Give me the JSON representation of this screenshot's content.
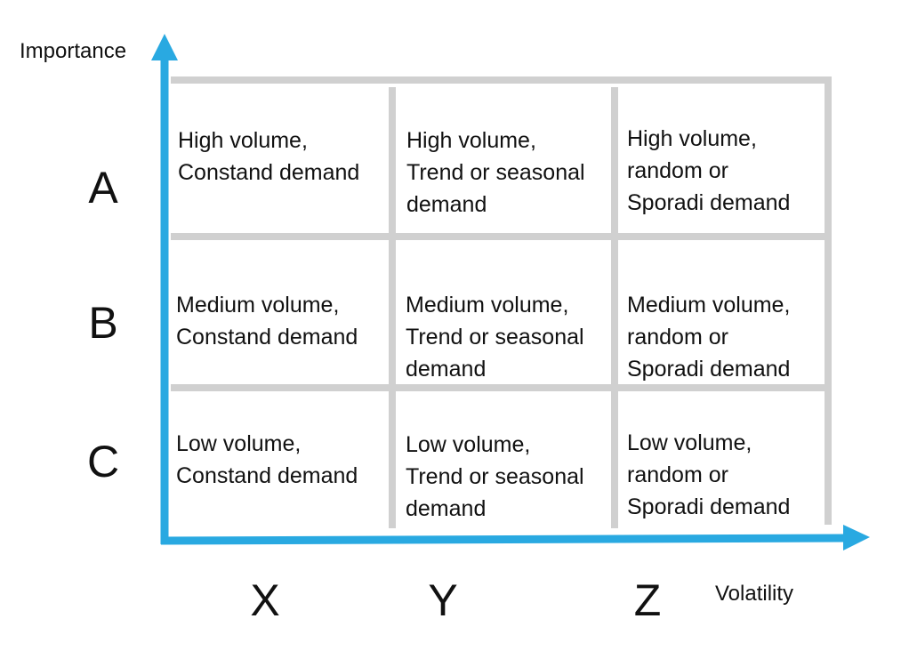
{
  "axes": {
    "y_title": "Importance",
    "x_title": "Volatility",
    "axis_color": "#29a9e1",
    "grid_color": "#d0d0d0"
  },
  "rows": [
    "A",
    "B",
    "C"
  ],
  "columns": [
    "X",
    "Y",
    "Z"
  ],
  "cells": [
    [
      "High volume,\nConstand demand",
      "High volume,\nTrend or seasonal\ndemand",
      "High volume,\nrandom or\nSporadi demand"
    ],
    [
      "Medium volume,\nConstand demand",
      "Medium volume,\nTrend or seasonal\ndemand",
      "Medium volume,\nrandom or\nSporadi demand"
    ],
    [
      "Low volume,\nConstand demand",
      "Low volume,\nTrend or seasonal\ndemand",
      "Low volume,\nrandom or\nSporadi demand"
    ]
  ]
}
